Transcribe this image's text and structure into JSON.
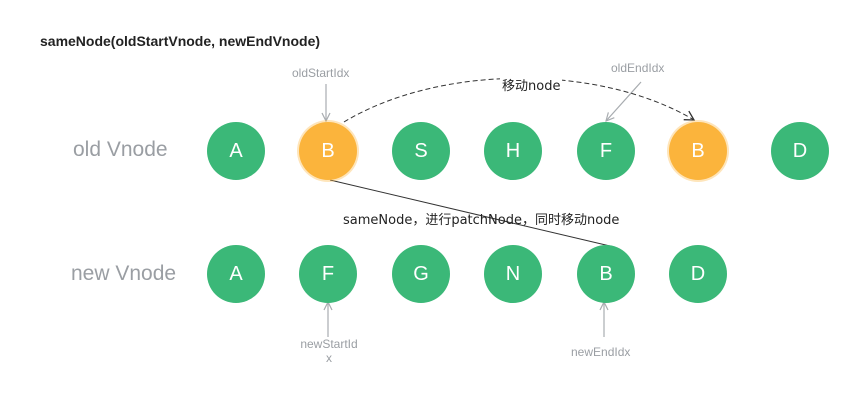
{
  "title": "sameNode(oldStartVnode, newEndVnode)",
  "rows": {
    "old": {
      "label": "old Vnode",
      "nodes": [
        {
          "text": "A",
          "color": "#3bb878"
        },
        {
          "text": "B",
          "color": "#fbb43c"
        },
        {
          "text": "S",
          "color": "#3bb878"
        },
        {
          "text": "H",
          "color": "#3bb878"
        },
        {
          "text": "F",
          "color": "#3bb878"
        },
        {
          "text": "B",
          "color": "#fbb43c"
        },
        {
          "text": "D",
          "color": "#3bb878"
        }
      ]
    },
    "new": {
      "label": "new Vnode",
      "nodes": [
        {
          "text": "A",
          "color": "#3bb878"
        },
        {
          "text": "F",
          "color": "#3bb878"
        },
        {
          "text": "G",
          "color": "#3bb878"
        },
        {
          "text": "N",
          "color": "#3bb878"
        },
        {
          "text": "B",
          "color": "#3bb878"
        },
        {
          "text": "D",
          "color": "#3bb878"
        }
      ]
    }
  },
  "pointers": {
    "old_start": "oldStartIdx",
    "old_end": "oldEndIdx",
    "new_start_line1": "newStartId",
    "new_start_line2": "x",
    "new_end": "newEndIdx"
  },
  "annotations": {
    "move": "移动node",
    "patch": "sameNode，进行patchNode，同时移动node"
  },
  "colors": {
    "green": "#3bb878",
    "orange": "#fbb43c",
    "label_gray": "#9a9ea3",
    "arrow_gray": "#a8acb0"
  }
}
